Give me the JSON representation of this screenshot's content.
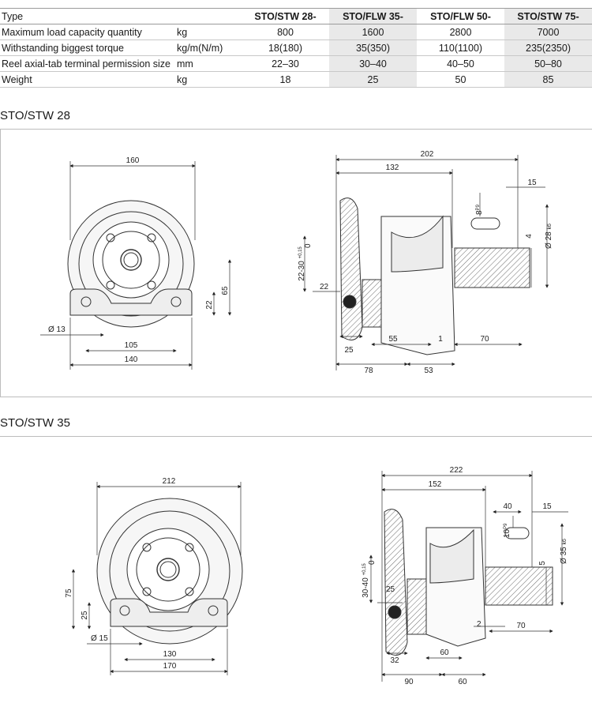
{
  "table": {
    "header": {
      "label": "Type",
      "unit": "",
      "models": [
        "STO/STW 28-",
        "STO/FLW 35-",
        "STO/FLW 50-",
        "STO/STW 75-"
      ]
    },
    "rows": [
      {
        "label": "Maximum load capacity quantity",
        "unit": "kg",
        "values": [
          "800",
          "1600",
          "2800",
          "7000"
        ]
      },
      {
        "label": "Withstanding biggest torque",
        "unit": "kg/m(N/m)",
        "values": [
          "18(180)",
          "35(350)",
          "110(1100)",
          "235(2350)"
        ]
      },
      {
        "label": "Reel axial-tab terminal permission size",
        "unit": "mm",
        "values": [
          "22–30",
          "30–40",
          "40–50",
          "50–80"
        ]
      },
      {
        "label": "Weight",
        "unit": "kg",
        "values": [
          "18",
          "25",
          "50",
          "85"
        ]
      }
    ]
  },
  "sections": [
    {
      "title": "STO/STW 28",
      "front_dims": {
        "width": "160",
        "height": "65",
        "base": "22",
        "hole": "Ø 13",
        "inner": "105",
        "outer": "140"
      },
      "side_dims": {
        "total": "202",
        "body": "132",
        "key_width": "15",
        "key_fit": "8",
        "key_fit_sup": "P9",
        "key_depth": "4",
        "shaft_dia": "Ø 28",
        "shaft_fit": "k6",
        "bore": "22-30",
        "bore_tol_top": "+0,15",
        "bore_tol_bottom": "0",
        "flange": "22",
        "hub": "25",
        "mid": "55",
        "gap": "1",
        "shaft_len": "70",
        "left_off": "78",
        "right_off": "53"
      }
    },
    {
      "title": "STO/STW 35",
      "front_dims": {
        "width": "212",
        "height": "75",
        "base": "25",
        "hole": "Ø 15",
        "inner": "130",
        "outer": "170"
      },
      "side_dims": {
        "total": "222",
        "body": "152",
        "key_len": "40",
        "key_width": "15",
        "key_fit": "10",
        "key_fit_sup": "P9",
        "key_depth": "5",
        "shaft_dia": "Ø 35",
        "shaft_fit": "k6",
        "bore": "30-40",
        "bore_tol_top": "+0,15",
        "bore_tol_bottom": "0",
        "flange": "25",
        "gap": "2",
        "shaft_len": "70",
        "hub": "32",
        "mid": "60",
        "left_off": "90",
        "right_off": "60"
      }
    }
  ]
}
